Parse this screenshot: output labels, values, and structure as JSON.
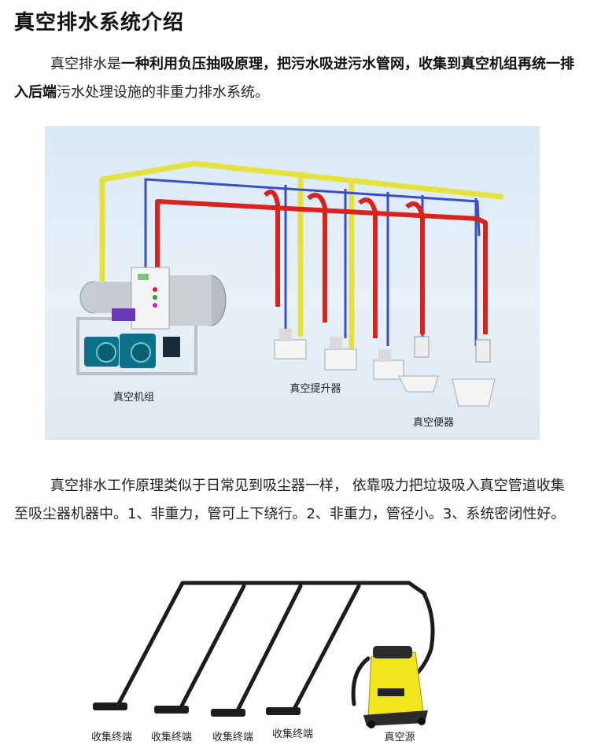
{
  "article": {
    "title": "真空排水系统介绍",
    "intro": {
      "p1": "真空排水是",
      "b1": "一种利用负压抽吸原理，把污水吸进污水管网，收集到真空机组再统一排入后端",
      "p2": "污水处理设施的非重力排水系统。"
    },
    "principle": "真空排水工作原理类似于日常见到吸尘器一样， 依靠吸力把垃圾吸入真空管道收集至吸尘器机器中。1、非重力，管可上下绕行。2、非重力，管径小。3、系统密闭性好。"
  },
  "figure1": {
    "labels": {
      "unit": "真空机组",
      "lifter": "真空提升器",
      "toilet": "真空便器"
    },
    "colors": {
      "gas_pipe": "#e5e240",
      "sewage_pipe": "#d9231f",
      "vent_pipe": "#3b4fc4",
      "background": "#dce9f4"
    }
  },
  "figure2": {
    "labels": {
      "terminal_1": "收集终端",
      "terminal_2": "收集终端",
      "terminal_3": "收集终端",
      "terminal_4": "收集终端",
      "source": "真空源"
    },
    "colors": {
      "hose": "#1c1c1c",
      "vacuum_body": "#f1e51b"
    }
  }
}
